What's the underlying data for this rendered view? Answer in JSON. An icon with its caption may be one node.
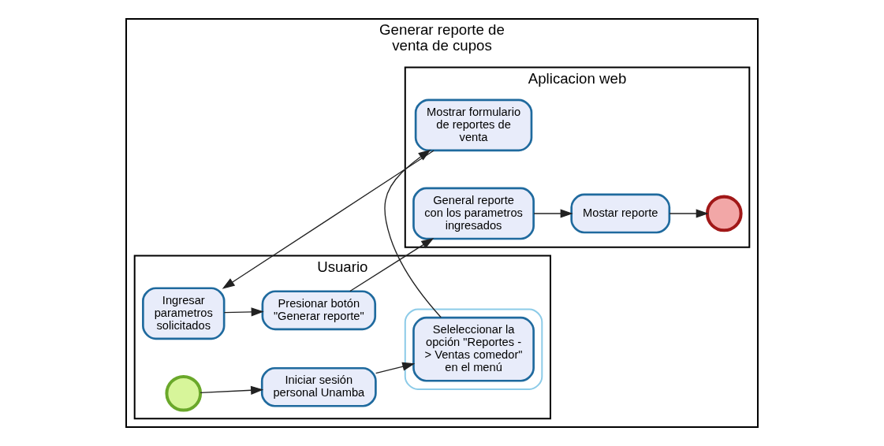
{
  "diagram": {
    "nodes": [
      {
        "text": [
          "Generar reporte de venta de cupos"
        ]
      },
      {
        "text": [
          "Usuario"
        ],
        "in": 0
      },
      {
        "text": [],
        "shape": "circle",
        "in": 1
      },
      {
        "text": [
          "Iniciar sesión personal Unamba"
        ],
        "in": 1
      },
      {
        "text": [],
        "shape": "box",
        "in": 1
      },
      {
        "text": [
          "Seleleccionar la opción \"Reportes - > Ventas comedor\" en el menú"
        ],
        "in": 4
      },
      {
        "text": [
          "Ingresar parametros solicitados"
        ],
        "in": 1
      },
      {
        "text": [
          "Presionar botón \"Generar reporte\""
        ],
        "in": 1
      },
      {
        "text": [
          "Aplicacion web"
        ],
        "in": 0
      },
      {
        "text": [
          "Mostrar formulario de reportes de venta"
        ],
        "in": 8
      },
      {
        "text": [
          "General reporte con los parametros ingresados"
        ],
        "in": 8
      },
      {
        "text": [
          "Mostar reporte"
        ],
        "in": 8
      },
      {
        "text": [],
        "shape": "circle",
        "in": 8
      }
    ],
    "edges": [
      {
        "from": 2,
        "to": 3,
        "arrow": "to"
      },
      {
        "from": 3,
        "to": 5,
        "arrow": "to"
      },
      {
        "from": 5,
        "to": 9,
        "arrow": "to"
      },
      {
        "from": 9,
        "to": 6,
        "arrow": "to"
      },
      {
        "from": 6,
        "to": 7,
        "arrow": "to"
      },
      {
        "from": 7,
        "to": 10,
        "arrow": "to"
      },
      {
        "from": 10,
        "to": 11,
        "arrow": "to"
      },
      {
        "from": 11,
        "to": 12,
        "arrow": "to"
      }
    ]
  }
}
